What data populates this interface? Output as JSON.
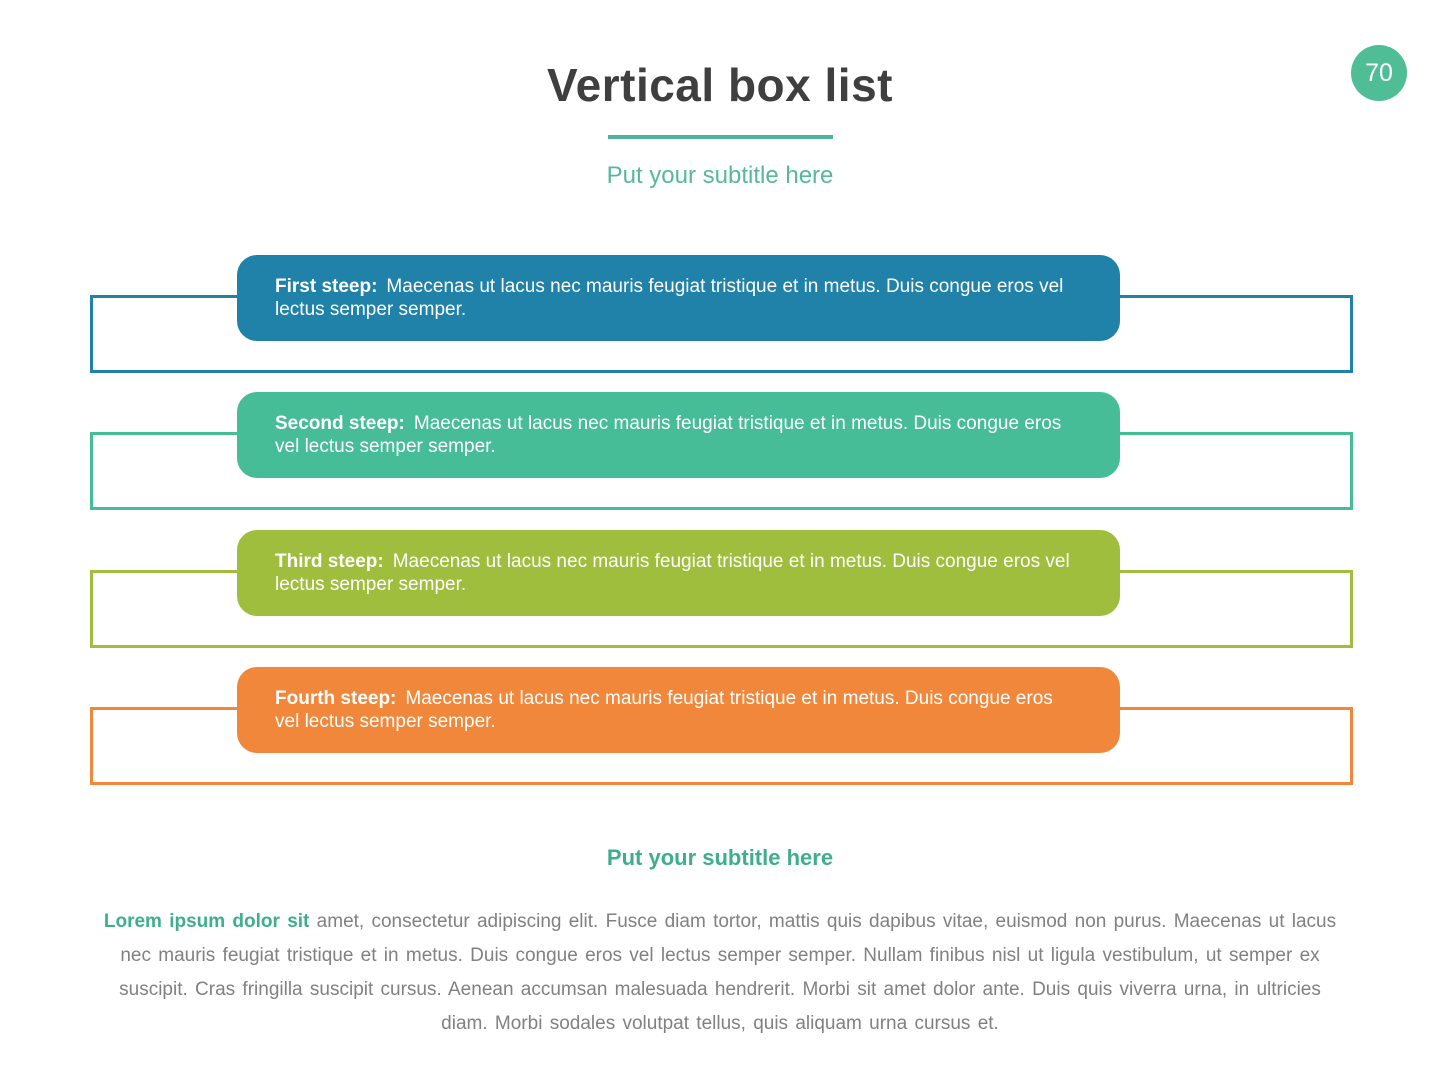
{
  "page": {
    "number": "70",
    "badge_color": "#4FBD95"
  },
  "header": {
    "title": "Vertical box list",
    "subtitle": "Put your subtitle here",
    "accent_color": "#4FB39B"
  },
  "boxes": [
    {
      "label": "First steep:",
      "text": "Maecenas ut lacus nec mauris feugiat tristique et in metus. Duis congue eros vel lectus semper semper.",
      "color": "#2081A9"
    },
    {
      "label": "Second steep:",
      "text": "Maecenas ut lacus nec mauris feugiat tristique et in metus. Duis congue eros vel lectus semper semper.",
      "color": "#46BD96"
    },
    {
      "label": "Third steep:",
      "text": "Maecenas ut lacus nec mauris feugiat tristique et in metus. Duis congue eros vel lectus semper semper.",
      "color": "#A0BE3E"
    },
    {
      "label": "Fourth steep:",
      "text": "Maecenas ut lacus nec mauris feugiat tristique et in metus. Duis congue eros vel lectus semper semper.",
      "color": "#F0873B"
    }
  ],
  "footer": {
    "subtitle": "Put your subtitle here",
    "lead": "Lorem ipsum dolor sit",
    "paragraph": "amet, consectetur adipiscing elit. Fusce diam tortor, mattis quis dapibus vitae, euismod non purus. Maecenas ut lacus nec mauris feugiat tristique et in metus. Duis congue eros vel lectus semper semper. Nullam finibus nisl ut ligula vestibulum, ut semper ex suscipit. Cras fringilla suscipit cursus. Aenean accumsan malesuada hendrerit. Morbi sit amet dolor ante. Duis quis viverra urna, in ultricies diam. Morbi sodales volutpat tellus, quis aliquam urna cursus et."
  }
}
